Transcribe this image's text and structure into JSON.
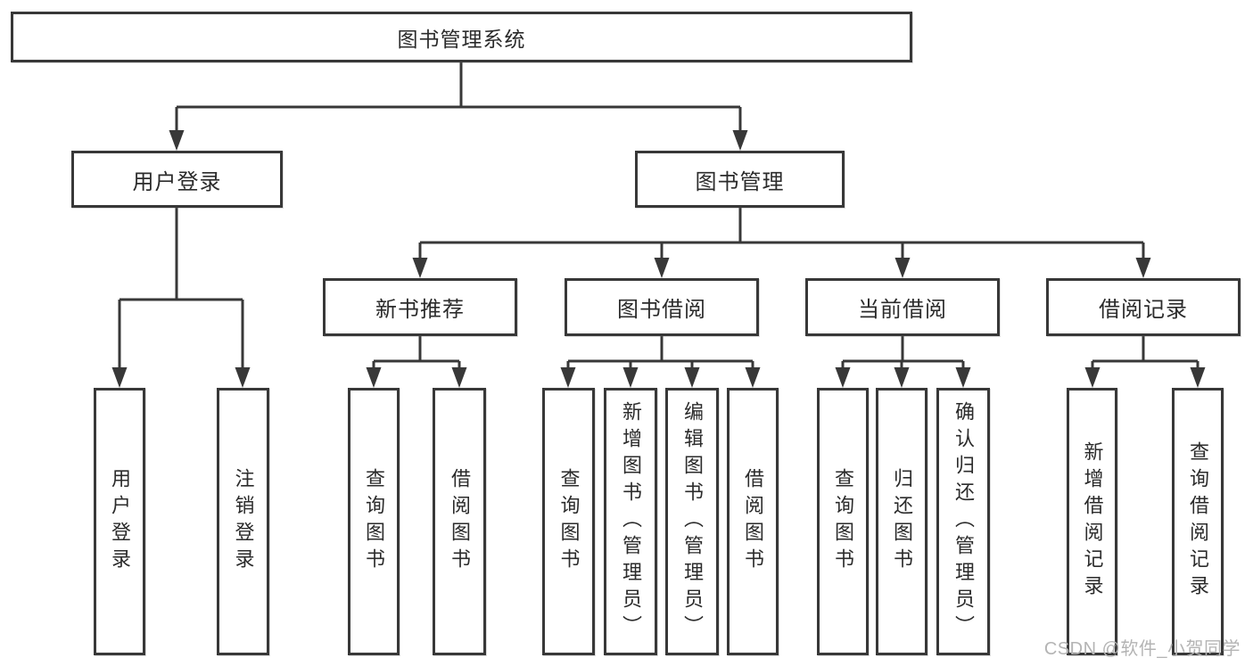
{
  "tree": {
    "root": {
      "label": "图书管理系统"
    },
    "level2": [
      {
        "label": "用户登录",
        "children": [
          {
            "label": "用户登录"
          },
          {
            "label": "注销登录"
          }
        ]
      },
      {
        "label": "图书管理",
        "children": [
          {
            "label": "新书推荐",
            "children": [
              {
                "label": "查询图书"
              },
              {
                "label": "借阅图书"
              }
            ]
          },
          {
            "label": "图书借阅",
            "children": [
              {
                "label": "查询图书"
              },
              {
                "label": "新增图书（管理员）"
              },
              {
                "label": "编辑图书（管理员）"
              },
              {
                "label": "借阅图书"
              }
            ]
          },
          {
            "label": "当前借阅",
            "children": [
              {
                "label": "查询图书"
              },
              {
                "label": "归还图书"
              },
              {
                "label": "确认归还（管理员）"
              }
            ]
          },
          {
            "label": "借阅记录",
            "children": [
              {
                "label": "新增借阅记录"
              },
              {
                "label": "查询借阅记录"
              }
            ]
          }
        ]
      }
    ]
  },
  "watermark": {
    "text": "CSDN @软件_小贺同学"
  },
  "colors": {
    "line": "#383838",
    "border": "#383838",
    "text": "#2b2b2b",
    "watermark": "#b4b4b4",
    "background": "#ffffff"
  }
}
